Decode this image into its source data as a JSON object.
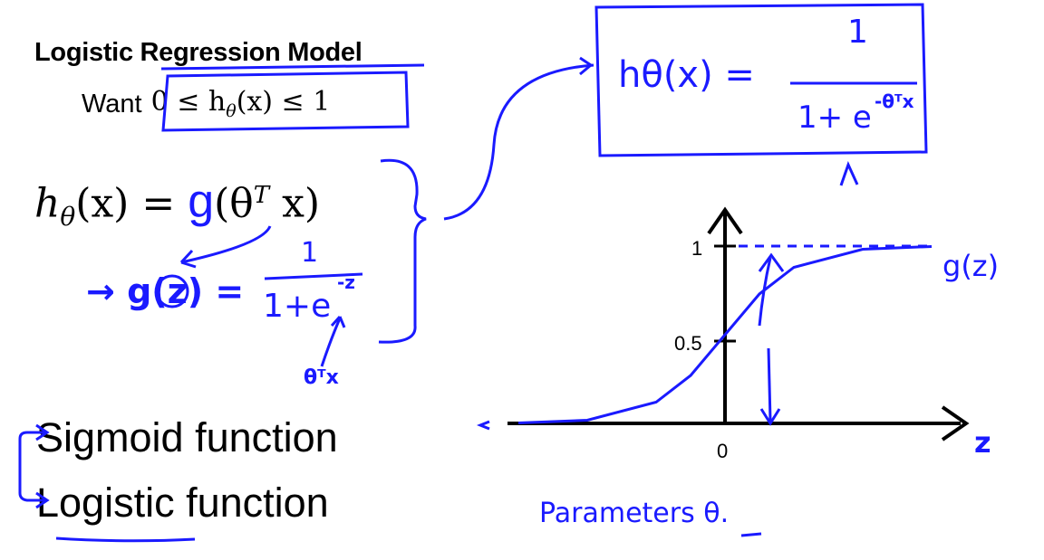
{
  "slide": {
    "title": "Logistic Regression Model",
    "want_label": "Want",
    "want_formula": "0 ≤ h",
    "want_formula_theta": "θ",
    "want_formula_rest": "(x) ≤ 1",
    "h_formula_left": "h",
    "h_formula_theta": "θ",
    "h_formula_mid": "(x) = ",
    "h_formula_g": "g",
    "h_formula_arg": "(θ",
    "h_formula_T": "T",
    "h_formula_x": " x)",
    "sigmoid_label": "Sigmoid function",
    "logistic_label": "Logistic function"
  },
  "handwriting": {
    "g_z": "→ g(z) =",
    "one": "1",
    "one_plus_e": "1+e",
    "neg_z": "-z",
    "theta_T_x": "θᵀx",
    "boxed_h": "hθ(x) =",
    "boxed_one": "1",
    "boxed_denominator": "1+ e",
    "boxed_exponent": "-θᵀx",
    "curve_label": "g(z)",
    "z_label": "z",
    "parameters": "Parameters θ."
  },
  "chart_data": {
    "type": "line",
    "title": "",
    "xlabel": "z",
    "ylabel": "",
    "series": [
      {
        "name": "g(z)",
        "x": [
          -6,
          -4,
          -2,
          -1,
          0,
          1,
          2,
          4,
          6
        ],
        "y": [
          0.0025,
          0.018,
          0.12,
          0.27,
          0.5,
          0.73,
          0.88,
          0.982,
          0.9975
        ]
      }
    ],
    "y_ticks": [
      "1",
      "0.5"
    ],
    "x_ticks": [
      "0"
    ],
    "asymptote": 1
  },
  "colors": {
    "ink": "#1a1aff",
    "text": "#000000"
  }
}
